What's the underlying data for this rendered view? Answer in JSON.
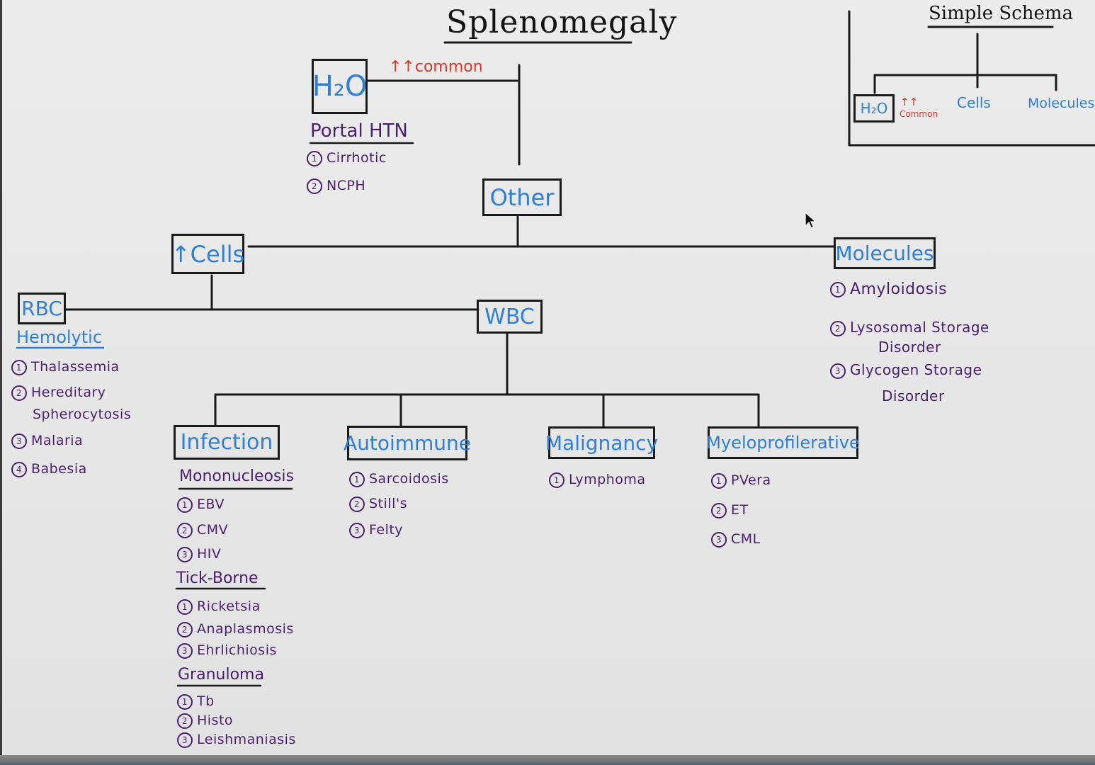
{
  "title": "Splenomegaly",
  "colors": {
    "node_text": "#2f7fd6",
    "list_text": "#4a1f6e",
    "note_text": "#d83a2a",
    "line": "#1a1a1a"
  },
  "h2o": {
    "label": "H₂O",
    "note": "↑↑common",
    "subheading": "Portal HTN",
    "items": [
      "Cirrhotic",
      "NCPH"
    ]
  },
  "other": {
    "label": "Other"
  },
  "cells": {
    "label": "↑Cells"
  },
  "molecules": {
    "label": "Molecules",
    "items": [
      {
        "n": "1",
        "lines": [
          "Amyloidosis"
        ]
      },
      {
        "n": "2",
        "lines": [
          "Lysosomal Storage",
          "Disorder"
        ]
      },
      {
        "n": "3",
        "lines": [
          "Glycogen Storage",
          "Disorder"
        ]
      }
    ]
  },
  "rbc": {
    "label": "RBC",
    "subheading": "Hemolytic",
    "items": [
      {
        "n": "1",
        "lines": [
          "Thalassemia"
        ]
      },
      {
        "n": "2",
        "lines": [
          "Hereditary",
          "Spherocytosis"
        ]
      },
      {
        "n": "3",
        "lines": [
          "Malaria"
        ]
      },
      {
        "n": "4",
        "lines": [
          "Babesia"
        ]
      }
    ]
  },
  "wbc": {
    "label": "WBC"
  },
  "infection": {
    "label": "Infection",
    "groups": [
      {
        "heading": "Mononucleosis",
        "items": [
          "EBV",
          "CMV",
          "HIV"
        ]
      },
      {
        "heading": "Tick-Borne",
        "items": [
          "Ricketsia",
          "Anaplasmosis",
          "Ehrlichiosis"
        ]
      },
      {
        "heading": "Granuloma",
        "items": [
          "Tb",
          "Histo",
          "Leishmaniasis"
        ]
      }
    ]
  },
  "autoimmune": {
    "label": "Autoimmune",
    "items": [
      "Sarcoidosis",
      "Still's",
      "Felty"
    ]
  },
  "malignancy": {
    "label": "Malignancy",
    "items": [
      "Lymphoma"
    ]
  },
  "myeloproliferative": {
    "label": "Myeloprofilerative",
    "items": [
      "PVera",
      "ET",
      "CML"
    ]
  },
  "simple_schema": {
    "title": "Simple Schema",
    "h2o_label": "H₂O",
    "note_arrows": "↑↑",
    "note_text": "Common",
    "cells_label": "Cells",
    "molecules_label": "Molecules"
  },
  "icons": {
    "cursor": "mouse-pointer-icon"
  }
}
